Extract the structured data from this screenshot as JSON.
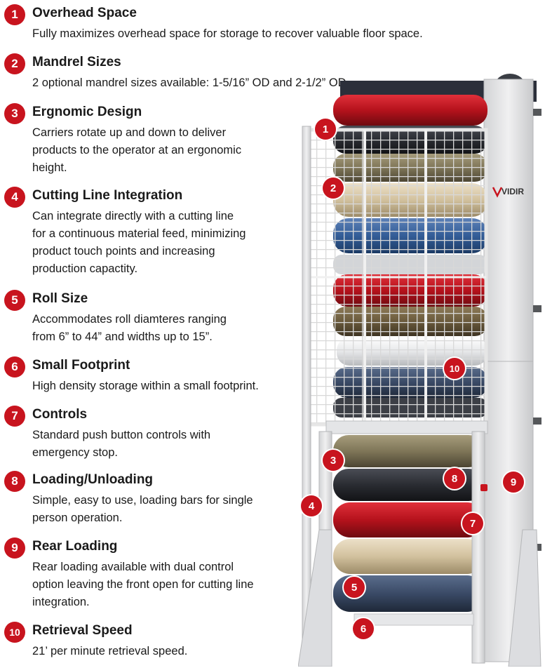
{
  "features": [
    {
      "num": "1",
      "title": "Overhead Space",
      "lines": [
        "Fully maximizes overhead space for storage to recover valuable floor space."
      ]
    },
    {
      "num": "2",
      "title": "Mandrel Sizes",
      "lines": [
        "2 optional mandrel sizes available: 1-5/16” OD and 2-1/2” OD."
      ]
    },
    {
      "num": "3",
      "title": "Ergnomic Design",
      "lines": [
        "Carriers rotate up and down to deliver",
        "products to the operator at an ergonomic",
        "height."
      ]
    },
    {
      "num": "4",
      "title": "Cutting Line Integration",
      "lines": [
        "Can integrate directly with a cutting line",
        "for a continuous material feed, minimizing",
        "product touch points and increasing",
        "production capactity."
      ]
    },
    {
      "num": "5",
      "title": "Roll Size",
      "lines": [
        "Accommodates roll diamteres ranging",
        "from 6” to 44” and widths up to 15”."
      ]
    },
    {
      "num": "6",
      "title": "Small Footprint",
      "lines": [
        "High density storage within a small footprint."
      ]
    },
    {
      "num": "7",
      "title": "Controls",
      "lines": [
        "Standard push button controls with",
        "emergency stop."
      ]
    },
    {
      "num": "8",
      "title": "Loading/Unloading",
      "lines": [
        "Simple, easy to use, loading bars for single",
        "person operation."
      ]
    },
    {
      "num": "9",
      "title": "Rear Loading",
      "lines": [
        "Rear loading available with dual control",
        "option leaving the front open for cutting line",
        "integration."
      ]
    },
    {
      "num": "10",
      "title": "Retrieval Speed",
      "lines": [
        "21’ per minute retrieval speed."
      ]
    }
  ],
  "machine": {
    "brand": "VIDIR",
    "markers": [
      "1",
      "2",
      "10",
      "3",
      "8",
      "9",
      "4",
      "7",
      "5",
      "6"
    ]
  },
  "colors": {
    "accent": "#c8141e",
    "frame": "#e4e4e4",
    "mesh": "#bdbdbd"
  }
}
